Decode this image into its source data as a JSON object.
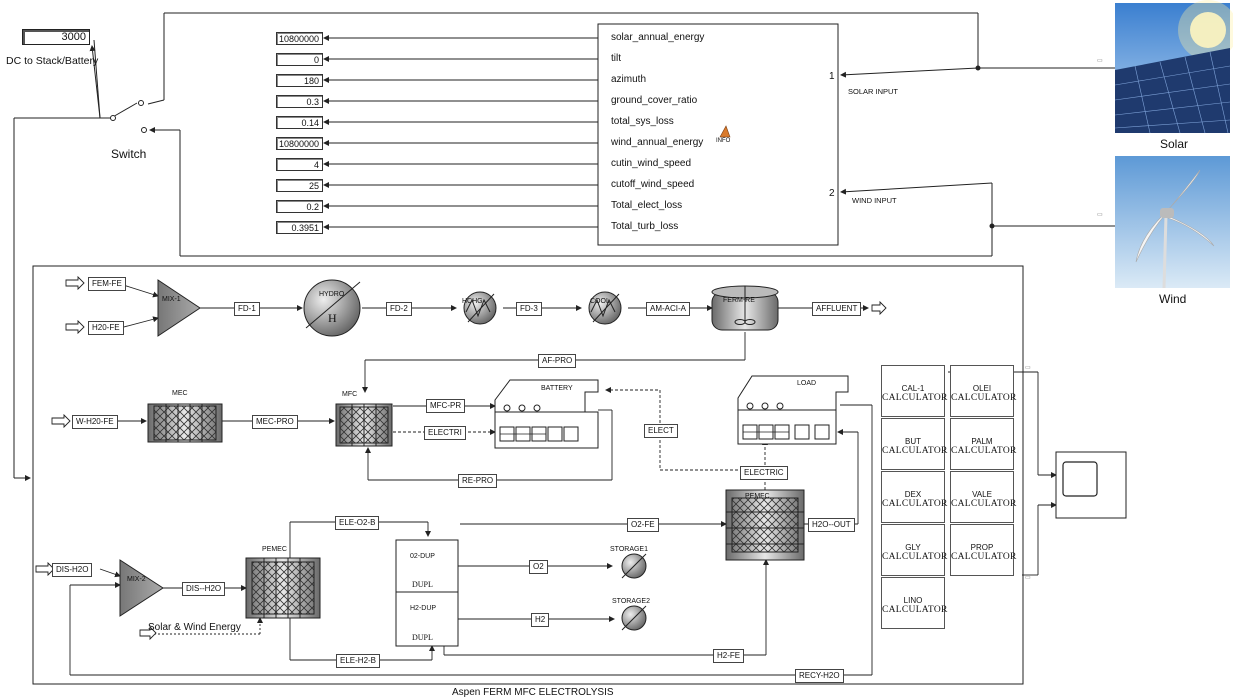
{
  "dc_display": {
    "value": "3000",
    "label": "DC to Stack/Battery"
  },
  "switch_label": "Switch",
  "params": [
    {
      "value": "10800000",
      "name": "solar_annual_energy"
    },
    {
      "value": "0",
      "name": "tilt"
    },
    {
      "value": "180",
      "name": "azimuth"
    },
    {
      "value": "0.3",
      "name": "ground_cover_ratio"
    },
    {
      "value": "0.14",
      "name": "total_sys_loss"
    },
    {
      "value": "10800000",
      "name": "wind_annual_energy"
    },
    {
      "value": "4",
      "name": "cutin_wind_speed"
    },
    {
      "value": "25",
      "name": "cutoff_wind_speed"
    },
    {
      "value": "0.2",
      "name": "Total_elect_loss"
    },
    {
      "value": "0.3951",
      "name": "Total_turb_loss"
    }
  ],
  "ports": {
    "p1": "1",
    "p2": "2",
    "solar_input": "SOLAR INPUT",
    "wind_input": "WIND INPUT",
    "info": "INFO"
  },
  "photos": {
    "solar": "Solar",
    "wind": "Wind"
  },
  "blocks": {
    "mix1": "MIX-1",
    "hydro": "HYDRO",
    "hydro_h": "H",
    "hchg": "HCHG",
    "cool": "COOL",
    "ferm": "FERM-RE",
    "mec": "MEC",
    "mfc": "MFC",
    "battery": "BATTERY",
    "load": "LOAD",
    "pemfc": "PEMFC",
    "pemec": "PEMEC",
    "mix2": "MIX-2",
    "o2dup": "02-DUP",
    "h2dup": "H2-DUP",
    "dupl": "DUPL",
    "storage1": "STORAGE1",
    "storage2": "STORAGE2"
  },
  "streams": {
    "fem_fe": "FEM-FE",
    "h20_fe": "H20-FE",
    "fd1": "FD-1",
    "fd2": "FD-2",
    "fd3": "FD-3",
    "am_aci": "AM-ACI-A",
    "affluent": "AFFLUENT",
    "af_pro": "AF-PRO",
    "w_h20_fe": "W-H20-FE",
    "mec_pro": "MEC-PRO",
    "mfc_pr": "MFC-PR",
    "electri": "ELECTRI",
    "elect": "ELECT",
    "electric": "ELECTRIC",
    "re_pro": "RE-PRO",
    "ele_o2_b": "ELE-O2-B",
    "o2_fe": "O2-FE",
    "h2o_out": "H2O--OUT",
    "dis_h2o": "DIS-H2O",
    "dis_h2o2": "DIS--H2O",
    "o2": "O2",
    "h2": "H2",
    "ele_h2_b": "ELE-H2-B",
    "h2_fe": "H2-FE",
    "recy_h2o": "RECY-H2O",
    "solar_wind": "Solar & Wind Energy"
  },
  "calculators": [
    {
      "name": "CAL-1",
      "type": "CALCULATOR"
    },
    {
      "name": "OLEI",
      "type": "CALCULATOR"
    },
    {
      "name": "BUT",
      "type": "CALCULATOR"
    },
    {
      "name": "PALM",
      "type": "CALCULATOR"
    },
    {
      "name": "DEX",
      "type": "CALCULATOR"
    },
    {
      "name": "VALE",
      "type": "CALCULATOR"
    },
    {
      "name": "GLY",
      "type": "CALCULATOR"
    },
    {
      "name": "PROP",
      "type": "CALCULATOR"
    },
    {
      "name": "LINO",
      "type": "CALCULATOR"
    }
  ],
  "subsystem_title": "Aspen FERM MFC ELECTROLYSIS",
  "colors": {
    "line": "#333333",
    "grey_block": "#8a8a8a",
    "panel": "#cccccc"
  }
}
